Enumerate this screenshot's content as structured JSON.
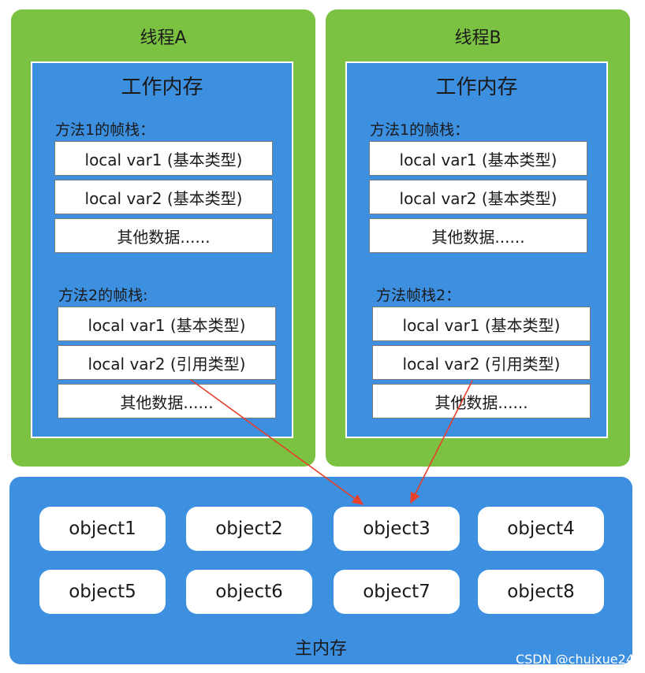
{
  "thread_a": {
    "title": "线程A",
    "work_memory_title": "工作内存",
    "frame1": {
      "label": "方法1的帧栈：",
      "cells": [
        "local var1 (基本类型)",
        "local var2 (基本类型)",
        "其他数据......"
      ]
    },
    "frame2": {
      "label": "方法2的帧栈:",
      "cells": [
        "local var1 (基本类型)",
        "local var2 (引用类型)",
        "其他数据......"
      ]
    }
  },
  "thread_b": {
    "title": "线程B",
    "work_memory_title": "工作内存",
    "frame1": {
      "label": "方法1的帧栈：",
      "cells": [
        "local var1 (基本类型)",
        "local var2 (基本类型)",
        "其他数据......"
      ]
    },
    "frame2": {
      "label": "方法帧栈2：",
      "cells": [
        "local var1 (基本类型)",
        "local var2 (引用类型)",
        "其他数据......"
      ]
    }
  },
  "main_memory": {
    "title": "主内存",
    "objects": [
      "object1",
      "object2",
      "object3",
      "object4",
      "object5",
      "object6",
      "object7",
      "object8"
    ]
  },
  "watermark": "CSDN @chuixue24",
  "colors": {
    "thread_bg": "#7cc242",
    "memory_bg": "#3d8fe0",
    "arrow": "#e8402a"
  }
}
